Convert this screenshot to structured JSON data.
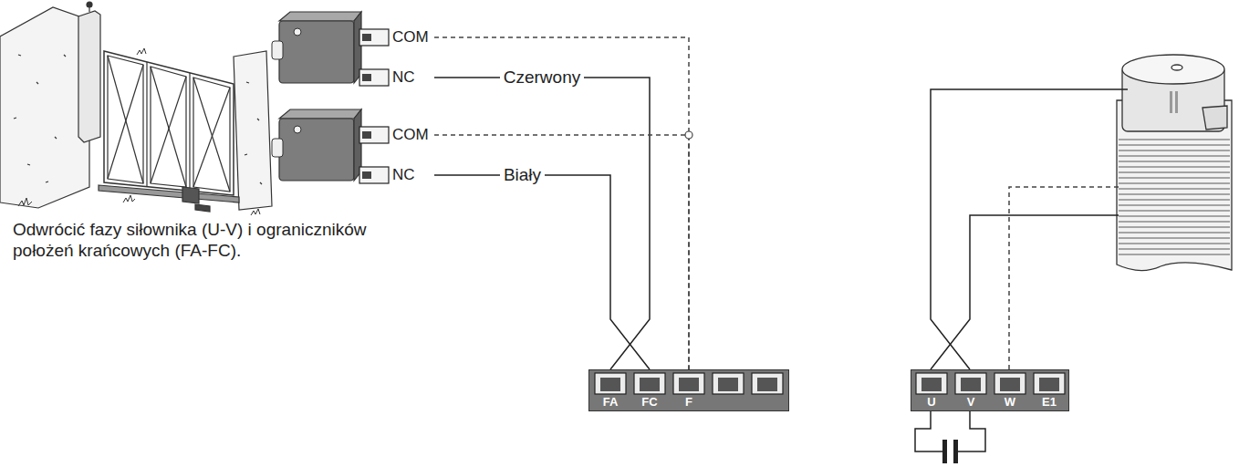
{
  "diagram": {
    "nodes": [
      {
        "text": [
          "COM",
          "NC"
        ]
      },
      {
        "text": [
          "COM",
          "NC"
        ]
      },
      {
        "text": [
          "FA",
          "FC",
          "F"
        ]
      },
      {
        "text": [
          "U",
          "V",
          "W",
          "E1"
        ]
      }
    ],
    "edges": [
      {
        "from": 0,
        "to": 2,
        "label": "Czerwony",
        "arrow": "none"
      },
      {
        "from": 1,
        "to": 2,
        "label": "Biały",
        "arrow": "none"
      },
      {
        "from": 0,
        "to": 2,
        "arrow": "none"
      },
      {
        "from": 1,
        "to": 2,
        "arrow": "none"
      }
    ],
    "labels": [
      "Odwrócić fazy siłownika (U-V) i ograniczników położeń krańcowych (FA-FC)."
    ]
  }
}
